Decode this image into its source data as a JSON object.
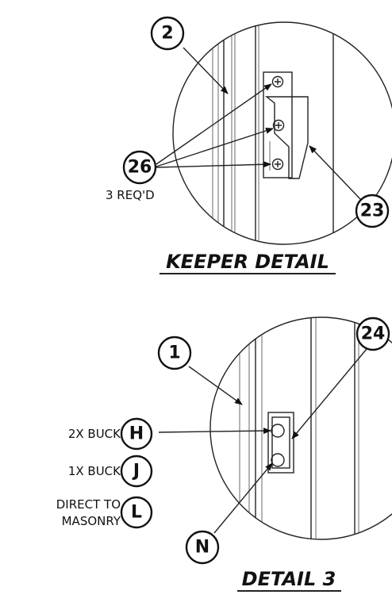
{
  "keeper_detail": {
    "title": "KEEPER DETAIL",
    "callouts": {
      "c2": "2",
      "c26": "26",
      "c23": "23"
    },
    "req_note": "3 REQ'D"
  },
  "detail_3": {
    "title": "DETAIL 3",
    "callouts": {
      "c1": "1",
      "c24": "24",
      "cH": "H",
      "cJ": "J",
      "cL": "L",
      "cN": "N"
    },
    "labels": {
      "buck_2x": "2X BUCK",
      "buck_1x": "1X BUCK",
      "direct_line1": "DIRECT TO",
      "direct_line2": "MASONRY"
    }
  }
}
